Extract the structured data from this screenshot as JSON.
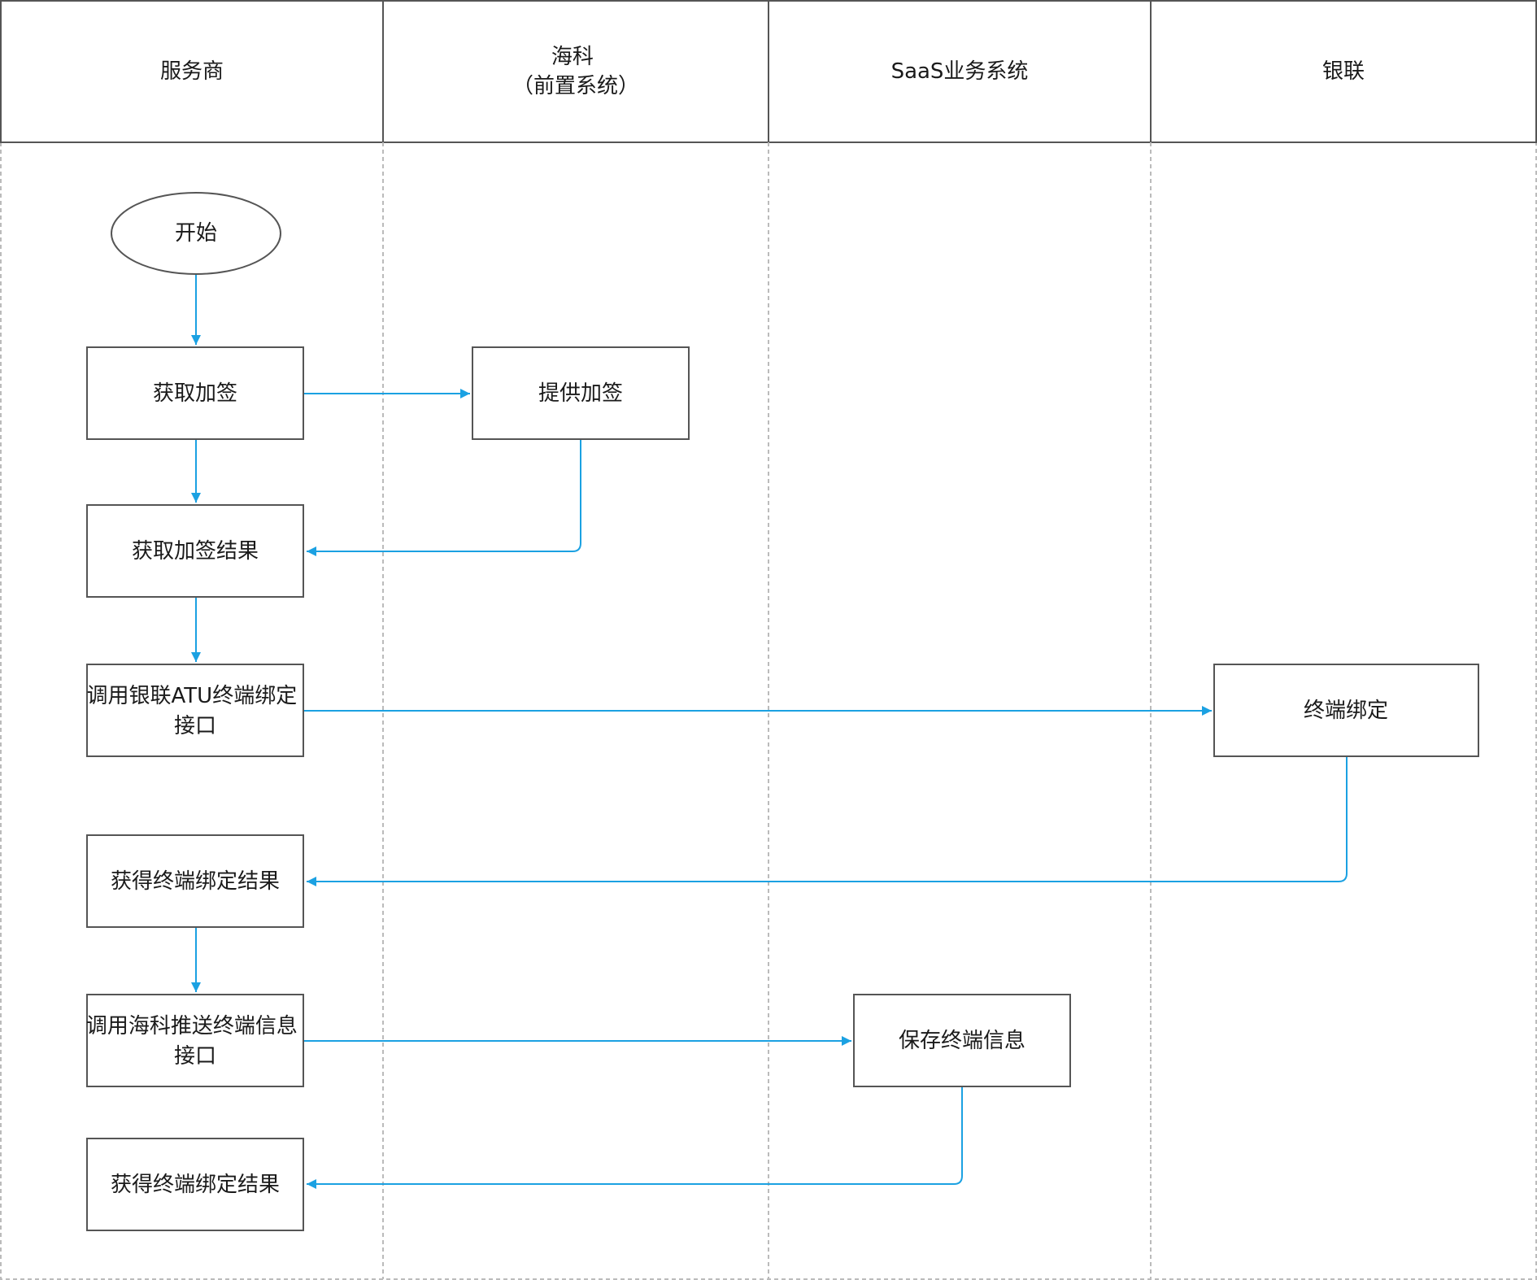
{
  "lanes": [
    {
      "id": "provider",
      "label_lines": [
        "服务商"
      ]
    },
    {
      "id": "haike",
      "label_lines": [
        "海科",
        "（前置系统）"
      ]
    },
    {
      "id": "saas",
      "label_lines": [
        "SaaS业务系统"
      ]
    },
    {
      "id": "unionpay",
      "label_lines": [
        "银联"
      ]
    }
  ],
  "nodes": [
    {
      "id": "start",
      "shape": "ellipse",
      "lines": [
        "开始"
      ]
    },
    {
      "id": "get-sign",
      "shape": "rect",
      "lines": [
        "获取加签"
      ]
    },
    {
      "id": "provide-sign",
      "shape": "rect",
      "lines": [
        "提供加签"
      ]
    },
    {
      "id": "get-sign-result",
      "shape": "rect",
      "lines": [
        "获取加签结果"
      ]
    },
    {
      "id": "call-atu-bind",
      "shape": "rect",
      "lines": [
        "调用银联ATU终端绑定",
        "接口"
      ]
    },
    {
      "id": "terminal-bind",
      "shape": "rect",
      "lines": [
        "终端绑定"
      ]
    },
    {
      "id": "get-bind-result-1",
      "shape": "rect",
      "lines": [
        "获得终端绑定结果"
      ]
    },
    {
      "id": "call-push-terminal",
      "shape": "rect",
      "lines": [
        "调用海科推送终端信息",
        "接口"
      ]
    },
    {
      "id": "save-terminal",
      "shape": "rect",
      "lines": [
        "保存终端信息"
      ]
    },
    {
      "id": "get-bind-result-2",
      "shape": "rect",
      "lines": [
        "获得终端绑定结果"
      ]
    }
  ],
  "edges": [
    {
      "from": "start",
      "to": "get-sign"
    },
    {
      "from": "get-sign",
      "to": "provide-sign"
    },
    {
      "from": "get-sign",
      "to": "get-sign-result"
    },
    {
      "from": "provide-sign",
      "to": "get-sign-result"
    },
    {
      "from": "get-sign-result",
      "to": "call-atu-bind"
    },
    {
      "from": "call-atu-bind",
      "to": "terminal-bind"
    },
    {
      "from": "terminal-bind",
      "to": "get-bind-result-1"
    },
    {
      "from": "get-bind-result-1",
      "to": "call-push-terminal"
    },
    {
      "from": "call-push-terminal",
      "to": "save-terminal"
    },
    {
      "from": "save-terminal",
      "to": "get-bind-result-2"
    }
  ],
  "colors": {
    "arrow": "#1ba1e2",
    "border": "#555555",
    "lane_divider": "#bbbbbb"
  }
}
